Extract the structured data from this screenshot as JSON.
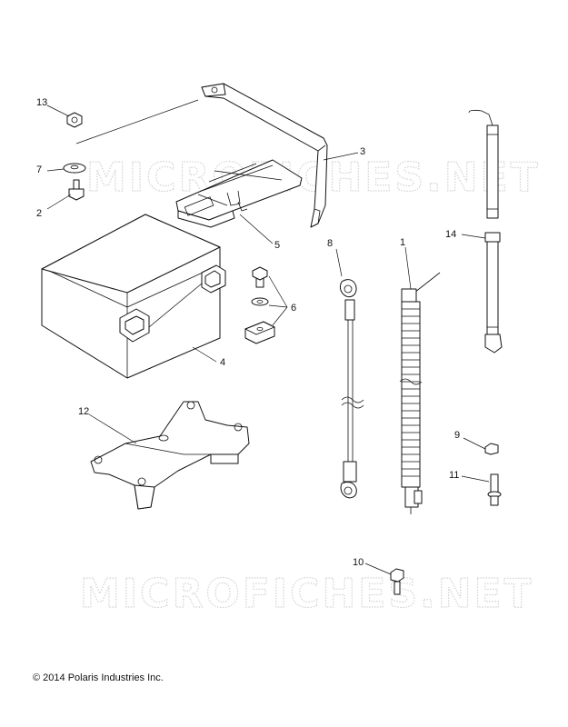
{
  "watermark": {
    "text": "MICROFICHES.NET"
  },
  "copyright": "© 2014 Polaris Industries Inc.",
  "callouts": {
    "c1": "1",
    "c2": "2",
    "c3": "3",
    "c4": "4",
    "c5": "5",
    "c6": "6",
    "c7": "7",
    "c8": "8",
    "c9": "9",
    "c10": "10",
    "c11": "11",
    "c12": "12",
    "c13": "13",
    "c14": "14"
  }
}
